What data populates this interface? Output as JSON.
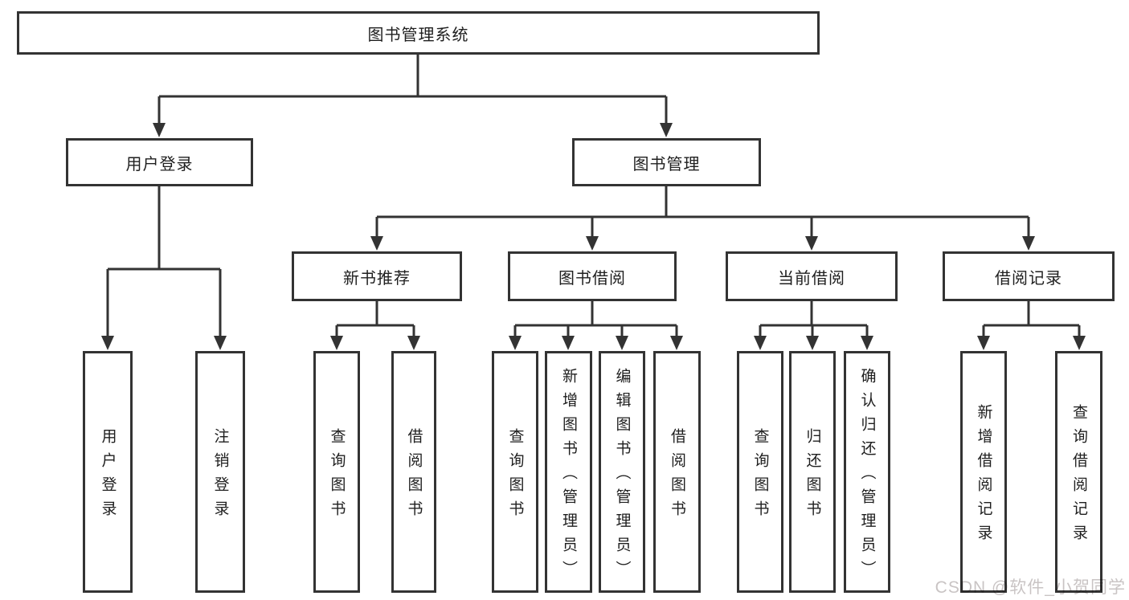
{
  "diagram": {
    "root": {
      "label": "图书管理系统"
    },
    "branches": [
      {
        "label": "用户登录",
        "children": [
          {
            "label": "用户登录"
          },
          {
            "label": "注销登录"
          }
        ]
      },
      {
        "label": "图书管理",
        "children": [
          {
            "label": "新书推荐",
            "children": [
              {
                "label": "查询图书"
              },
              {
                "label": "借阅图书"
              }
            ]
          },
          {
            "label": "图书借阅",
            "children": [
              {
                "label": "查询图书"
              },
              {
                "label": "新增图书（管理员）"
              },
              {
                "label": "编辑图书（管理员）"
              },
              {
                "label": "借阅图书"
              }
            ]
          },
          {
            "label": "当前借阅",
            "children": [
              {
                "label": "查询图书"
              },
              {
                "label": "归还图书"
              },
              {
                "label": "确认归还（管理员）"
              }
            ]
          },
          {
            "label": "借阅记录",
            "children": [
              {
                "label": "新增借阅记录"
              },
              {
                "label": "查询借阅记录"
              }
            ]
          }
        ]
      }
    ]
  },
  "watermark": {
    "text": "CSDN @软件_小贺同学"
  },
  "colors": {
    "line": "#333333",
    "text": "#1f1f1f",
    "box_background": "#ffffff",
    "watermark": "#c9c4c4"
  }
}
